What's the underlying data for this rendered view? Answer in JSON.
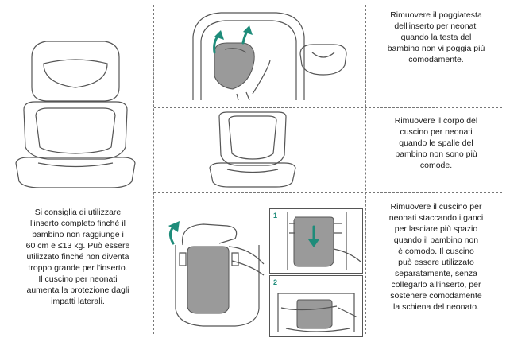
{
  "left_panel": {
    "text": "Si consiglia di utilizzare\nl'inserto completo finché il\nbambino non raggiunge i\n60 cm e ≤13 kg. Può essere\nutilizzato finché non diventa\ntroppo grande per l'inserto.\nIl cuscino per neonati\naumenta la protezione dagli\nimpatti laterali."
  },
  "rows": [
    {
      "text": "Rimuovere il poggiatesta\ndell'inserto per neonati\nquando la testa del\nbambino non vi poggia più\ncomodamente."
    },
    {
      "text": "Rimuovere il corpo del\ncuscino per neonati\nquando le spalle del\nbambino non sono più\ncomode."
    },
    {
      "text": "Rimuovere il cuscino per\nneonati staccando i ganci\nper lasciare più spazio\nquando il bambino non\nè comodo. Il cuscino\npuò essere utilizzato\nseparatamente, senza\ncollegarlo all'inserto, per\nsostenere comodamente\nla schiena del neonato."
    }
  ],
  "steps": [
    "1",
    "2"
  ],
  "colors": {
    "accent": "#1e8c7a",
    "line": "#555555",
    "fill": "#9a9a9a"
  }
}
